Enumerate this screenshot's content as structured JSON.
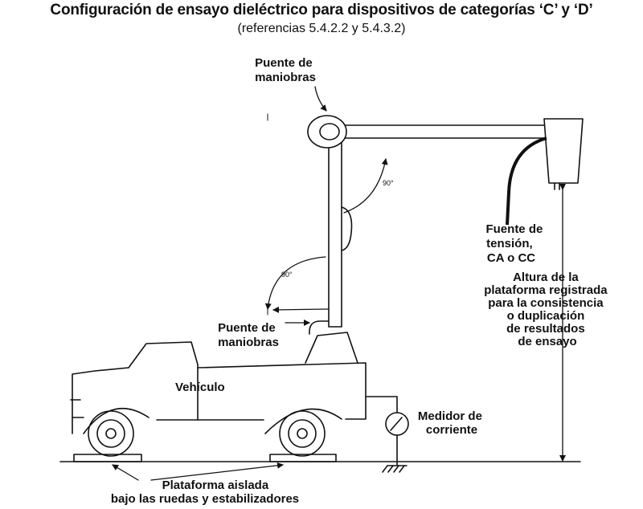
{
  "title": "Configuración de ensayo dieléctrico para dispositivos de categorías ‘C’ y ‘D’",
  "subtitle": "(referencias 5.4.2.2 y 5.4.3.2)",
  "labels": {
    "upper_boom_tip": [
      "Puente de",
      "maniobras"
    ],
    "lower_pivot": [
      "Puente de",
      "maniobras"
    ],
    "vehicle": "Vehículo",
    "voltage_source": [
      "Fuente de",
      "tensión,",
      "CA o CC"
    ],
    "platform_height": [
      "Altura de la",
      "plataforma registrada",
      "para la consistencia",
      "o duplicación",
      "de resultados",
      "de ensayo"
    ],
    "current_meter": [
      "Medidor de",
      "corriente"
    ],
    "insulated_platform": [
      "Plataforma aislada",
      "bajo las ruedas y estabilizadores"
    ],
    "angle_upper": "90°",
    "angle_lower": "90°"
  }
}
